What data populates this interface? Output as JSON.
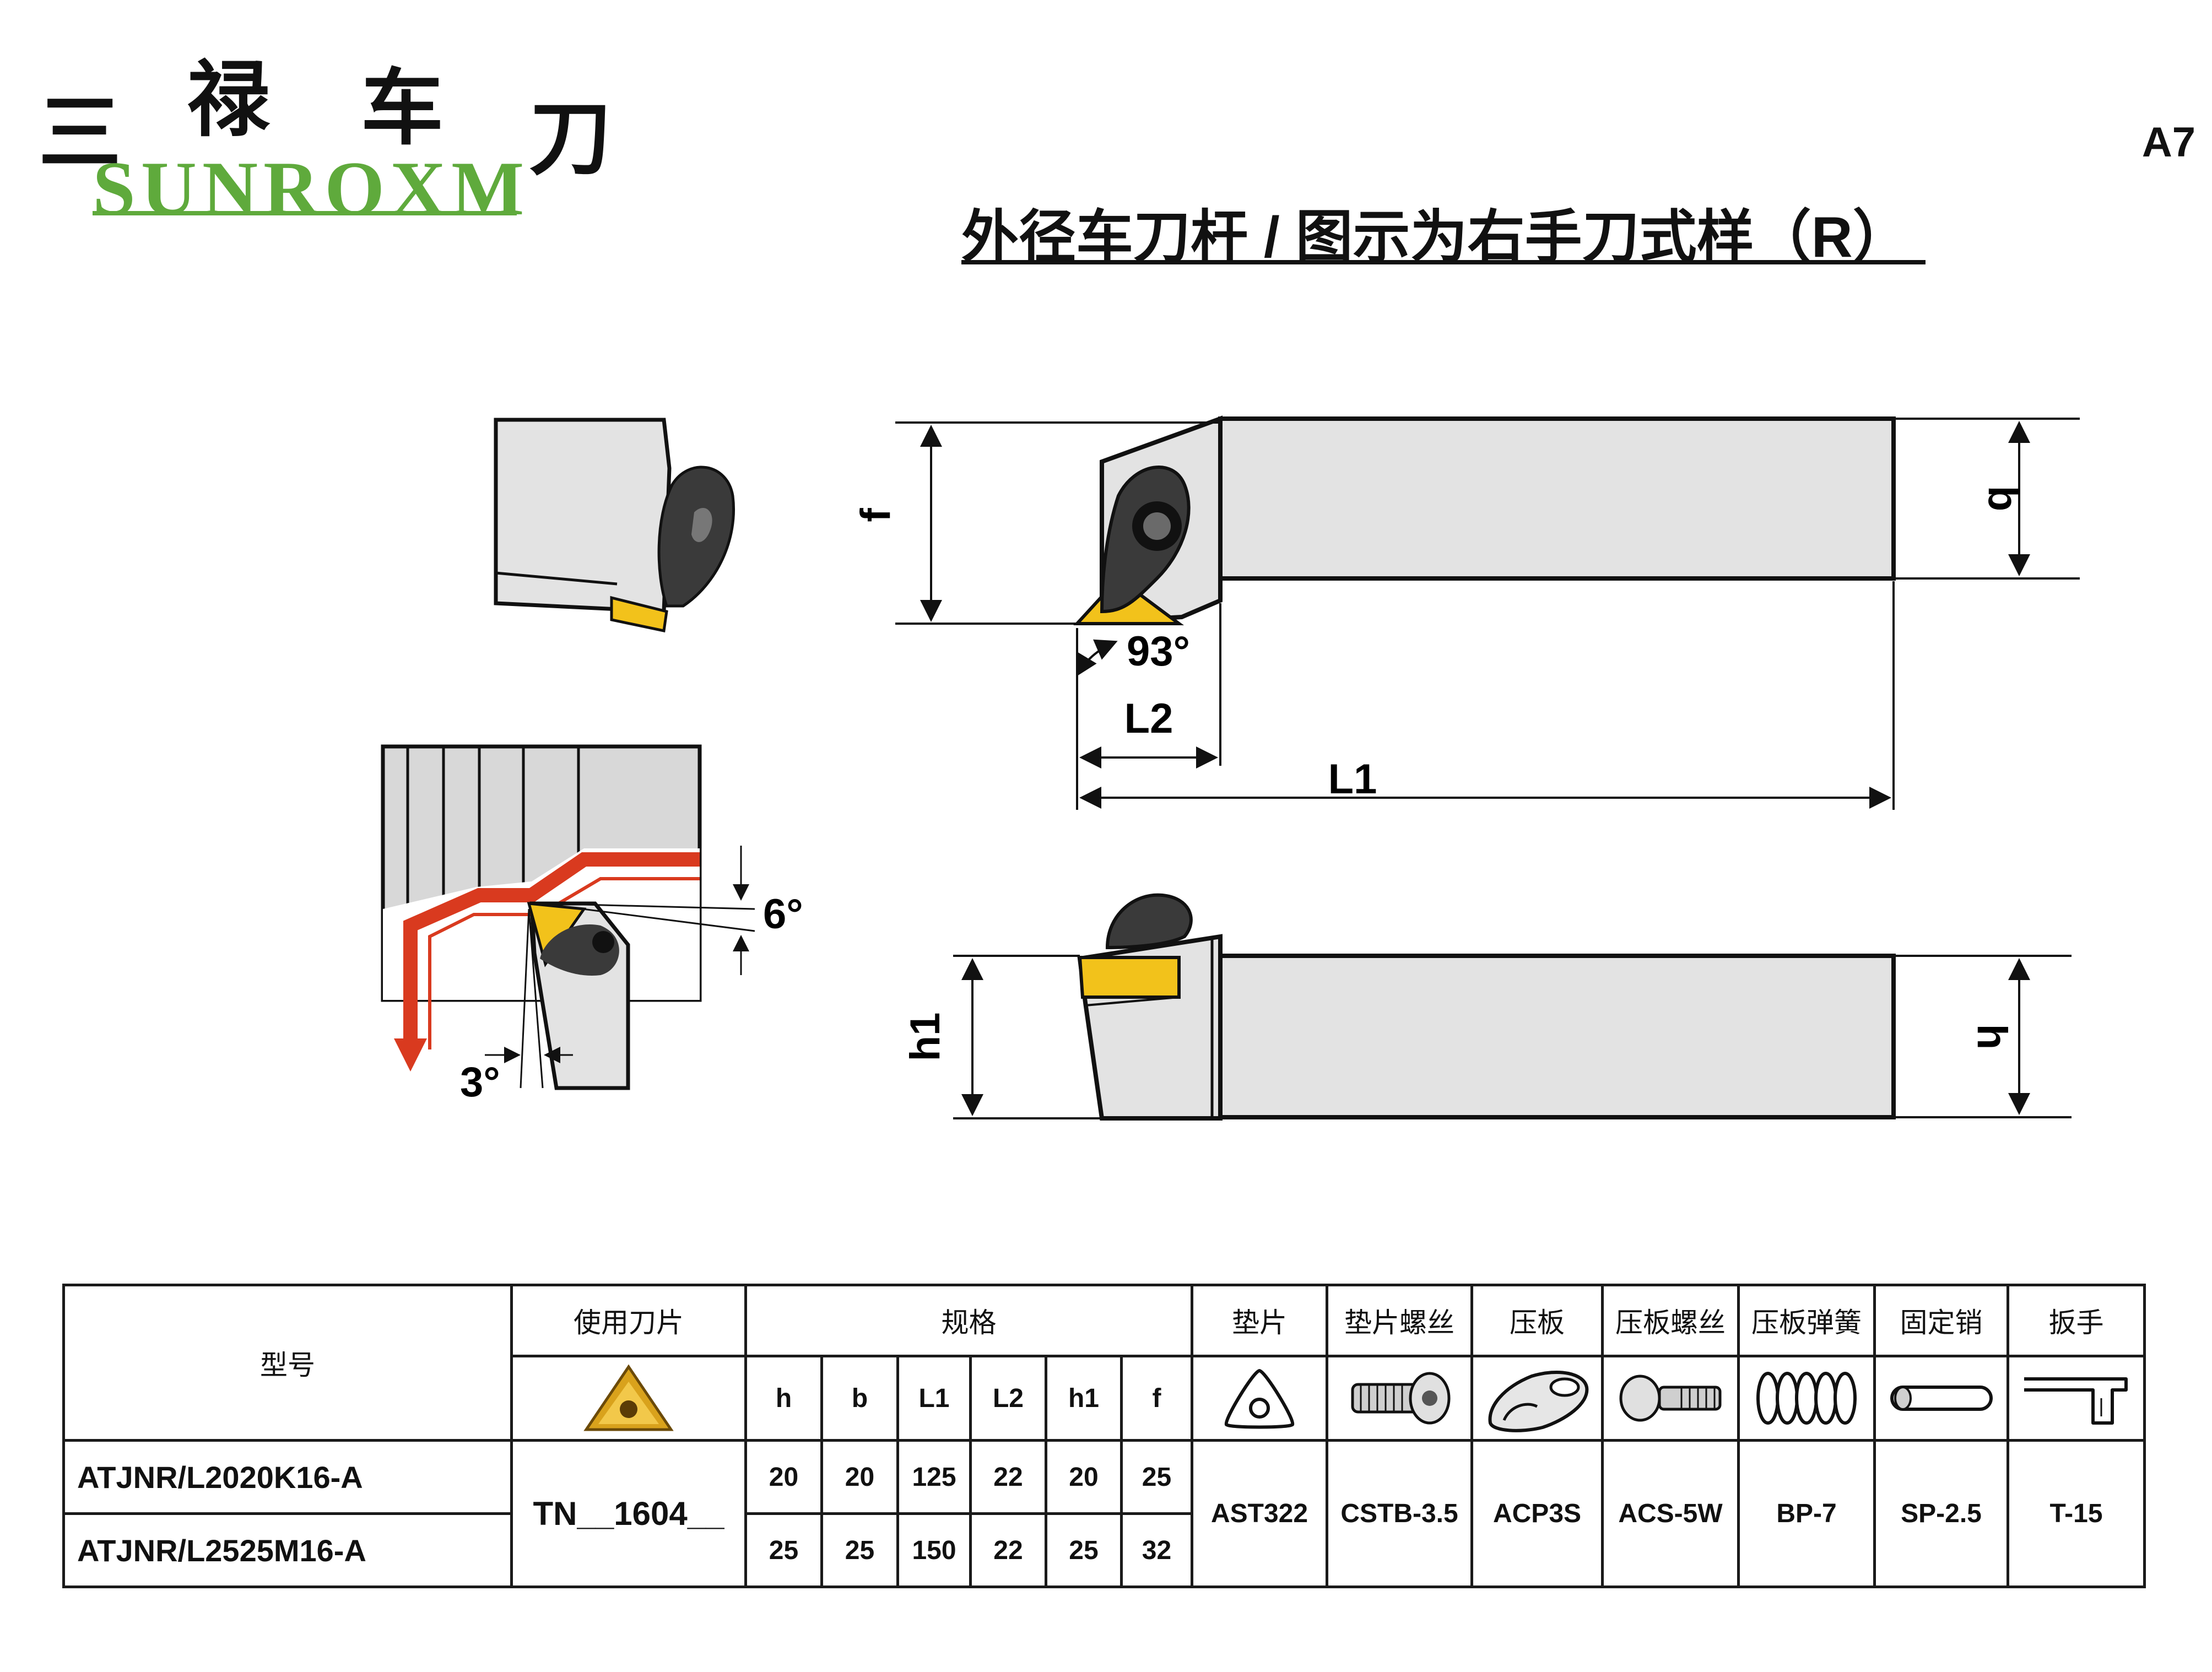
{
  "brand": {
    "cn_chars": [
      "三",
      "禄",
      "车",
      "刀"
    ],
    "en_name": "SUNROXM",
    "color": "#5faa3c"
  },
  "page_code": "A7",
  "title": "外径车刀杆 / 图示为右手刀式样（R）",
  "drawing": {
    "labels": {
      "f": "f",
      "b": "b",
      "angle_main": "93°",
      "L2": "L2",
      "L1": "L1",
      "h1": "h1",
      "h": "h",
      "angle_6": "6°",
      "angle_3": "3°"
    },
    "colors": {
      "body_fill": "#e3e3e3",
      "insert_yellow": "#f2c21b",
      "clamp_dark": "#3a3a3a",
      "feed_red": "#d93a1f"
    }
  },
  "table": {
    "headers": {
      "model": "型号",
      "insert": "使用刀片",
      "spec": "规格",
      "shim": "垫片",
      "shim_screw": "垫片螺丝",
      "clamp": "压板",
      "clamp_screw": "压板螺丝",
      "clamp_spring": "压板弹簧",
      "pin": "固定销",
      "wrench": "扳手"
    },
    "dim_columns": [
      "h",
      "b",
      "L1",
      "L2",
      "h1",
      "f"
    ],
    "insert_code": "TN__1604__",
    "rows": [
      {
        "model": "ATJNR/L2020K16-A",
        "dims": [
          "20",
          "20",
          "125",
          "22",
          "20",
          "25"
        ]
      },
      {
        "model": "ATJNR/L2525M16-A",
        "dims": [
          "25",
          "25",
          "150",
          "22",
          "25",
          "32"
        ]
      }
    ],
    "parts": {
      "shim": "AST322",
      "shim_screw": "CSTB-3.5",
      "clamp": "ACP3S",
      "clamp_screw": "ACS-5W",
      "clamp_spring": "BP-7",
      "pin": "SP-2.5",
      "wrench": "T-15"
    }
  }
}
